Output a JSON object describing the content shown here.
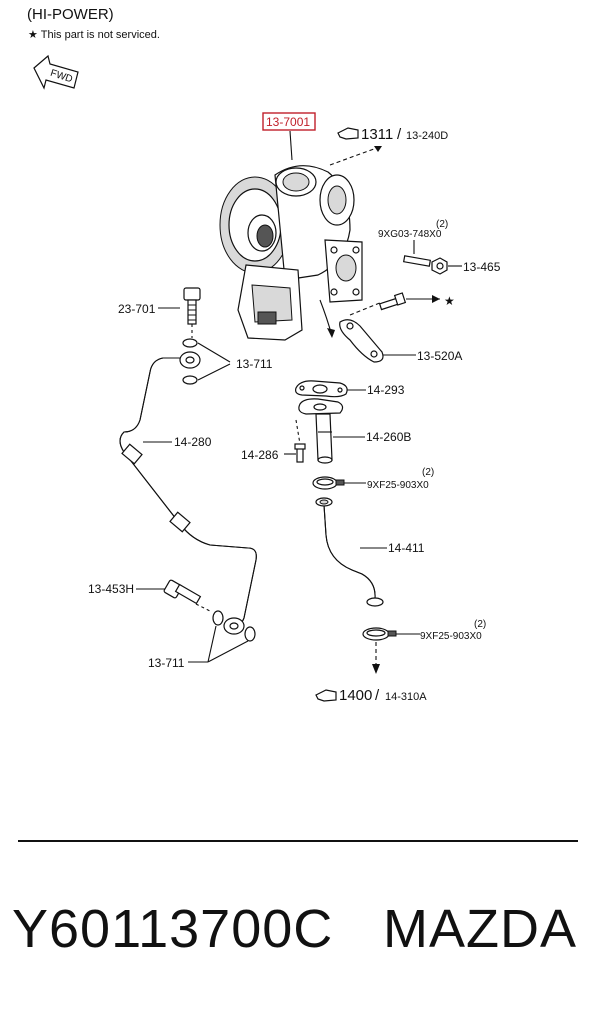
{
  "header": {
    "title": "(HI-POWER)",
    "note_star": "★",
    "note": "This part is not serviced.",
    "fwd": "FWD"
  },
  "callouts": {
    "main": "13-7001",
    "ref_top_num": "1311",
    "ref_top_sub": "13-240D",
    "ref_bottom_num": "1400",
    "ref_bottom_sub": "14-310A",
    "c_9xg_qty": "(2)",
    "c_9xg": "9XG03-748X0",
    "c_13465": "13-465",
    "c_star": "★",
    "c_23701": "23-701",
    "c_13520a": "13-520A",
    "c_13711_top": "13-711",
    "c_14293": "14-293",
    "c_14280": "14-280",
    "c_14260b": "14-260B",
    "c_14286": "14-286",
    "c_9xf_top_qty": "(2)",
    "c_9xf_top": "9XF25-903X0",
    "c_14411": "14-411",
    "c_13453h": "13-453H",
    "c_9xf_bot_qty": "(2)",
    "c_9xf_bot": "9XF25-903X0",
    "c_13711_bot": "13-711"
  },
  "footer": {
    "part_number": "Y60113700C",
    "brand": "MAZDA"
  },
  "colors": {
    "highlight": "#c0202a",
    "ink": "#111111"
  }
}
